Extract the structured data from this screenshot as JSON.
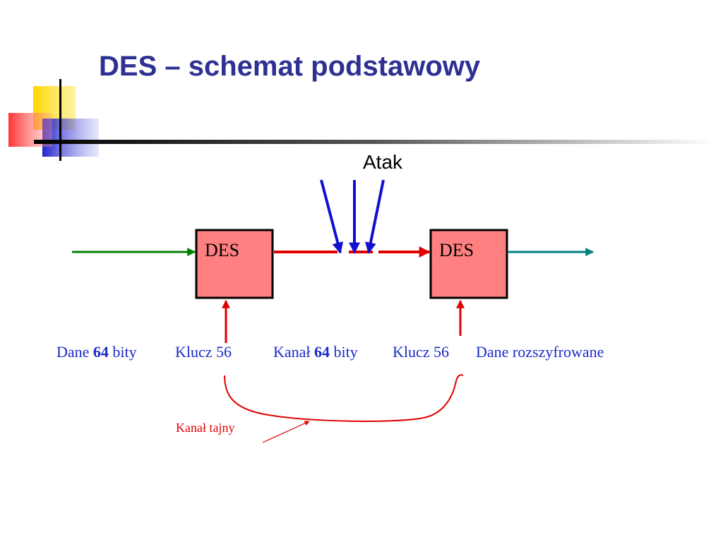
{
  "slide": {
    "title": "DES – schemat podstawowy"
  },
  "diagram": {
    "box_left_label": "DES",
    "box_right_label": "DES",
    "attack_label": "Atak",
    "labels": {
      "dane_prefix": "Dane ",
      "dane_bits": "64",
      "dane_suffix": " bity",
      "klucz_left": "Klucz 56",
      "kanal_prefix": "Kanał ",
      "kanal_bits": "64",
      "kanal_suffix": " bity",
      "klucz_right": "Klucz 56",
      "dane_rozszyfrowane": "Dane rozszyfrowane",
      "kanal_tajny": "Kanał tajny"
    },
    "colors": {
      "title": "#2e3192",
      "box_fill": "#ff8080",
      "input_arrow": "#008000",
      "channel_arrow": "#e00000",
      "attack_arrow": "#1010d0",
      "output_arrow": "#008080",
      "caption": "#1a2ac8",
      "secret_channel": "#e00000"
    }
  }
}
